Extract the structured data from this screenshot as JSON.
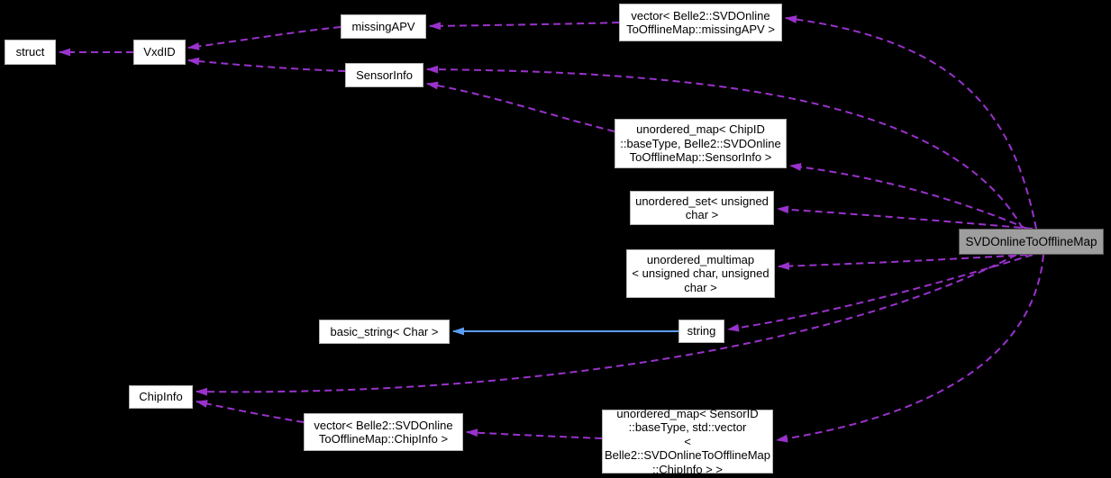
{
  "diagram": {
    "type": "doxygen-collaboration-graph",
    "main_class": "SVDOnlineToOfflineMap",
    "nodes": {
      "struct_node": {
        "label": "struct"
      },
      "vxdid": {
        "label": "VxdID"
      },
      "missing_apv": {
        "label": "missingAPV"
      },
      "sensor_info": {
        "label": "SensorInfo"
      },
      "vector_missing_apv": {
        "label": "vector< Belle2::SVDOnline\nToOfflineMap::missingAPV >"
      },
      "map_chipid": {
        "label": "unordered_map< ChipID\n::baseType, Belle2::SVDOnline\nToOfflineMap::SensorInfo >"
      },
      "unordered_set": {
        "label": "unordered_set< unsigned\nchar >"
      },
      "unordered_multimap": {
        "label": "unordered_multimap\n< unsigned char, unsigned\nchar >"
      },
      "string_node": {
        "label": "string"
      },
      "basic_string": {
        "label": "basic_string< Char >"
      },
      "chip_info": {
        "label": "ChipInfo"
      },
      "vector_chip_info": {
        "label": "vector< Belle2::SVDOnline\nToOfflineMap::ChipInfo >"
      },
      "map_sensorid": {
        "label": "unordered_map< SensorID\n::baseType, std::vector\n< Belle2::SVDOnlineToOfflineMap\n::ChipInfo > >"
      },
      "main": {
        "label": "SVDOnlineToOfflineMap"
      }
    },
    "edges": [
      {
        "from": "vxdid",
        "to": "struct_node",
        "style": "dashed"
      },
      {
        "from": "missing_apv",
        "to": "vxdid",
        "style": "dashed"
      },
      {
        "from": "sensor_info",
        "to": "vxdid",
        "style": "dashed"
      },
      {
        "from": "vector_missing_apv",
        "to": "missing_apv",
        "style": "dashed"
      },
      {
        "from": "map_chipid",
        "to": "sensor_info",
        "style": "dashed"
      },
      {
        "from": "vector_chip_info",
        "to": "chip_info",
        "style": "dashed"
      },
      {
        "from": "map_sensorid",
        "to": "vector_chip_info",
        "style": "dashed"
      },
      {
        "from": "main",
        "to": "vector_missing_apv",
        "style": "dashed"
      },
      {
        "from": "main",
        "to": "sensor_info",
        "style": "dashed"
      },
      {
        "from": "main",
        "to": "map_chipid",
        "style": "dashed"
      },
      {
        "from": "main",
        "to": "unordered_set",
        "style": "dashed"
      },
      {
        "from": "main",
        "to": "unordered_multimap",
        "style": "dashed"
      },
      {
        "from": "main",
        "to": "string_node",
        "style": "dashed"
      },
      {
        "from": "main",
        "to": "chip_info",
        "style": "dashed"
      },
      {
        "from": "main",
        "to": "map_sensorid",
        "style": "dashed"
      },
      {
        "from": "string_node",
        "to": "basic_string",
        "style": "solid-inheritance"
      }
    ],
    "colors": {
      "background": "#000000",
      "node_fill": "#ffffff",
      "node_border": "#b5b5b5",
      "main_fill": "#9e9e9e",
      "main_border": "#565656",
      "edge_dashed": "#9a32cd",
      "edge_solid": "#5b9ef5",
      "text": "#000000"
    }
  }
}
